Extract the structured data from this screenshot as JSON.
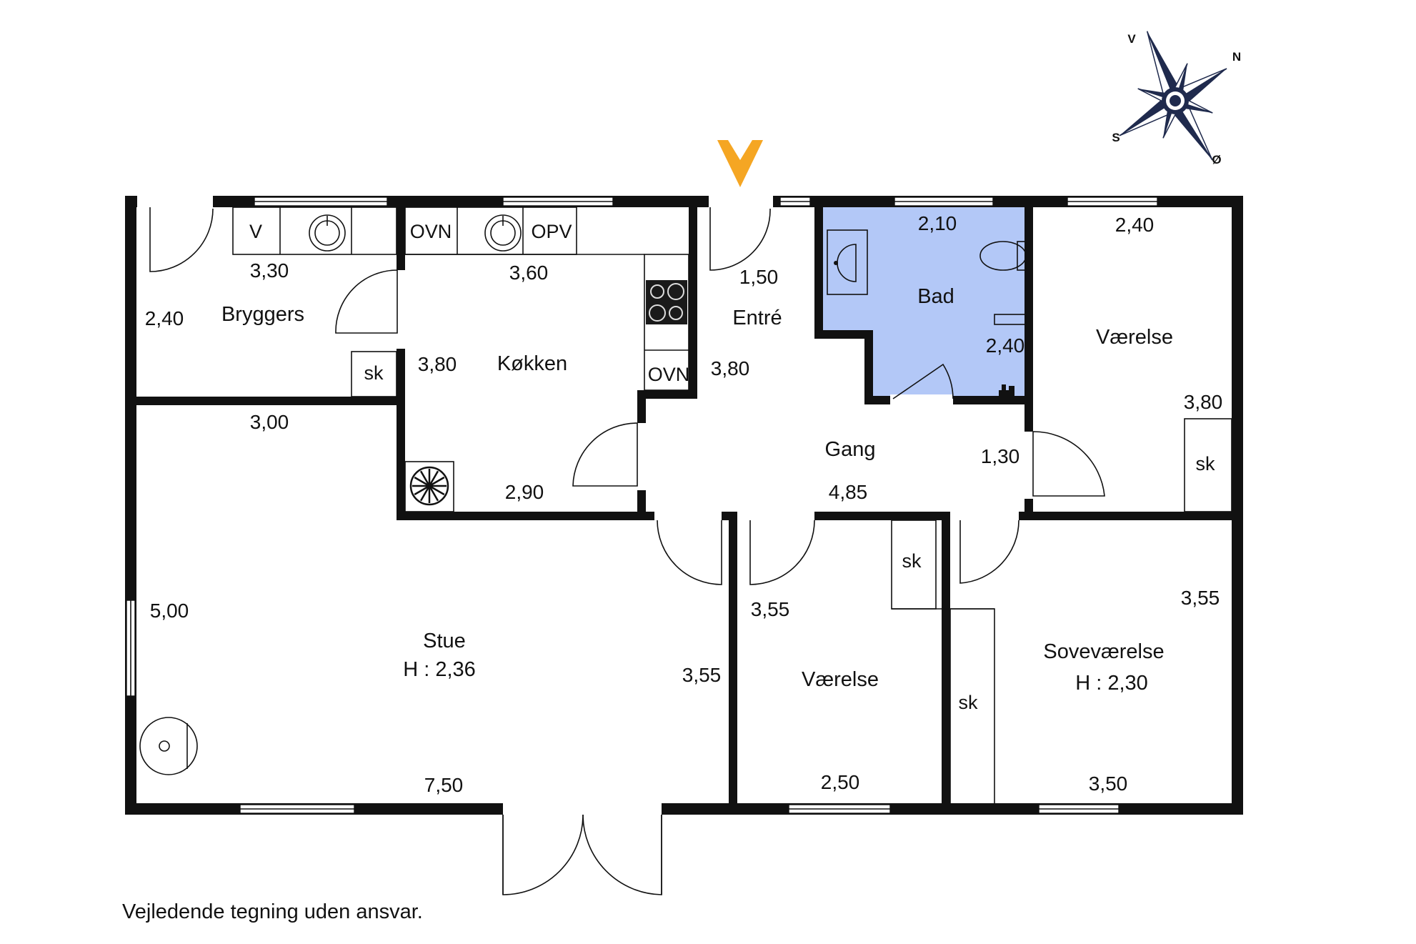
{
  "colors": {
    "wall": "#111111",
    "bathroom_fill": "#b3c8f7",
    "entrance_marker": "#f5a623",
    "compass": "#1f2a4d"
  },
  "compass": {
    "north": "N",
    "south": "S",
    "west": "V",
    "east": "Ø"
  },
  "rooms": {
    "bryggers": "Bryggers",
    "kokken": "Køkken",
    "entre": "Entré",
    "bad": "Bad",
    "vaerelse_ne": "Værelse",
    "gang": "Gang",
    "stue": "Stue",
    "stue_height": "H : 2,36",
    "vaerelse_s": "Værelse",
    "sovevaerelse": "Soveværelse",
    "sovevaerelse_height": "H : 2,30"
  },
  "fixtures": {
    "v": "V",
    "ovn_kitchen_top": "OVN",
    "opv": "OPV",
    "ovn_kitchen_right": "OVN",
    "sk_bryggers": "sk",
    "sk_vaerelse_ne": "sk",
    "sk_vaerelse_s": "sk",
    "sk_sovevaerelse": "sk"
  },
  "dimensions": {
    "bryggers_width": "3,30",
    "bryggers_depth": "2,40",
    "bryggers_bottom": "3,00",
    "kokken_width": "3,60",
    "kokken_depth": "3,80",
    "kokken_bottom": "2,90",
    "entre_width": "1,50",
    "entre_depth": "3,80",
    "bad_width": "2,10",
    "bad_depth": "2,40",
    "vaerelse_ne_width": "2,40",
    "vaerelse_ne_depth": "3,80",
    "gang_width": "1,30",
    "gang_length": "4,85",
    "stue_depth": "5,00",
    "stue_depth_right": "3,55",
    "stue_width": "7,50",
    "vaerelse_s_depth": "3,55",
    "vaerelse_s_width": "2,50",
    "sovevaerelse_depth": "3,55",
    "sovevaerelse_width": "3,50"
  },
  "disclaimer": "Vejledende tegning uden ansvar."
}
